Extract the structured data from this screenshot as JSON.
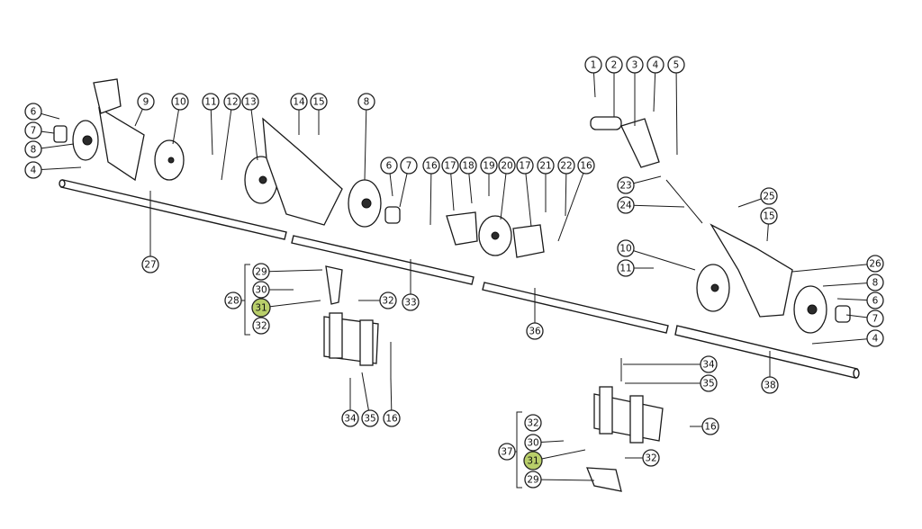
{
  "diagram": {
    "highlight_color": "#b9cf6a",
    "callouts": [
      {
        "id": "c6a",
        "label": "6"
      },
      {
        "id": "c7a",
        "label": "7"
      },
      {
        "id": "c8a",
        "label": "8"
      },
      {
        "id": "c4a",
        "label": "4"
      },
      {
        "id": "c9",
        "label": "9"
      },
      {
        "id": "c10a",
        "label": "10"
      },
      {
        "id": "c11a",
        "label": "11"
      },
      {
        "id": "c12",
        "label": "12"
      },
      {
        "id": "c13",
        "label": "13"
      },
      {
        "id": "c14",
        "label": "14"
      },
      {
        "id": "c15a",
        "label": "15"
      },
      {
        "id": "c8b",
        "label": "8"
      },
      {
        "id": "c6b",
        "label": "6"
      },
      {
        "id": "c7b",
        "label": "7"
      },
      {
        "id": "c16a",
        "label": "16"
      },
      {
        "id": "c17a",
        "label": "17"
      },
      {
        "id": "c18",
        "label": "18"
      },
      {
        "id": "c19",
        "label": "19"
      },
      {
        "id": "c20",
        "label": "20"
      },
      {
        "id": "c17b",
        "label": "17"
      },
      {
        "id": "c21",
        "label": "21"
      },
      {
        "id": "c22",
        "label": "22"
      },
      {
        "id": "c16b",
        "label": "16"
      },
      {
        "id": "c1",
        "label": "1"
      },
      {
        "id": "c2",
        "label": "2"
      },
      {
        "id": "c3",
        "label": "3"
      },
      {
        "id": "c4b",
        "label": "4"
      },
      {
        "id": "c5",
        "label": "5"
      },
      {
        "id": "c23",
        "label": "23"
      },
      {
        "id": "c24",
        "label": "24"
      },
      {
        "id": "c25",
        "label": "25"
      },
      {
        "id": "c15b",
        "label": "15"
      },
      {
        "id": "c10b",
        "label": "10"
      },
      {
        "id": "c11b",
        "label": "11"
      },
      {
        "id": "c26",
        "label": "26"
      },
      {
        "id": "c8c",
        "label": "8"
      },
      {
        "id": "c6c",
        "label": "6"
      },
      {
        "id": "c7c",
        "label": "7"
      },
      {
        "id": "c4c",
        "label": "4"
      },
      {
        "id": "c27",
        "label": "27"
      },
      {
        "id": "c33",
        "label": "33"
      },
      {
        "id": "c36",
        "label": "36"
      },
      {
        "id": "c38",
        "label": "38"
      },
      {
        "id": "c29a",
        "label": "29"
      },
      {
        "id": "c28",
        "label": "28"
      },
      {
        "id": "c30a",
        "label": "30"
      },
      {
        "id": "c31a",
        "label": "31",
        "highlight": true
      },
      {
        "id": "c32a",
        "label": "32"
      },
      {
        "id": "c32b",
        "label": "32"
      },
      {
        "id": "c34a",
        "label": "34"
      },
      {
        "id": "c35a",
        "label": "35"
      },
      {
        "id": "c16c",
        "label": "16"
      },
      {
        "id": "c34b",
        "label": "34"
      },
      {
        "id": "c35b",
        "label": "35"
      },
      {
        "id": "c16d",
        "label": "16"
      },
      {
        "id": "c32c",
        "label": "32"
      },
      {
        "id": "c37",
        "label": "37"
      },
      {
        "id": "c30b",
        "label": "30"
      },
      {
        "id": "c31b",
        "label": "31",
        "highlight": true
      },
      {
        "id": "c32d",
        "label": "32"
      },
      {
        "id": "c29b",
        "label": "29"
      }
    ]
  }
}
